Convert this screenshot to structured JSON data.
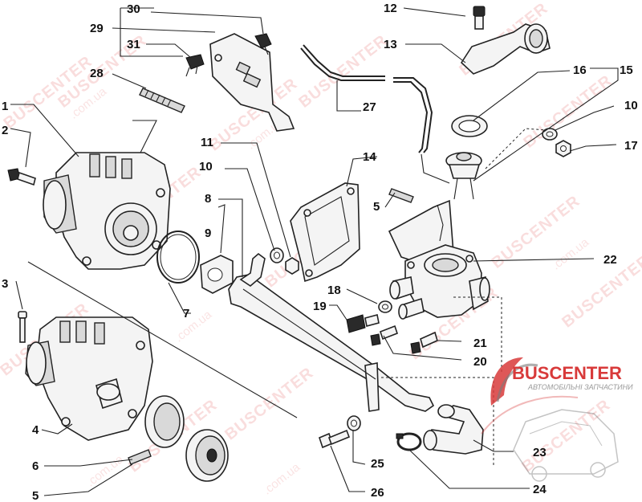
{
  "diagram": {
    "callouts": [
      "1",
      "2",
      "3",
      "4",
      "5",
      "5",
      "6",
      "7",
      "8",
      "9",
      "10",
      "10",
      "11",
      "12",
      "13",
      "14",
      "15",
      "16",
      "17",
      "18",
      "19",
      "20",
      "21",
      "22",
      "23",
      "24",
      "25",
      "26",
      "27",
      "28",
      "29",
      "30",
      "31"
    ],
    "brand": {
      "name": "BUSCENTER",
      "tagline": "АВТОМОБІЛЬНІ ЗАПЧАСТИНИ",
      "watermark_text": "BUSCENTER",
      "watermark_site": "www.buscenter.com.ua"
    },
    "colors": {
      "ink": "#222222",
      "watermark": "#e04848",
      "brand_red": "#d83a3a"
    }
  }
}
